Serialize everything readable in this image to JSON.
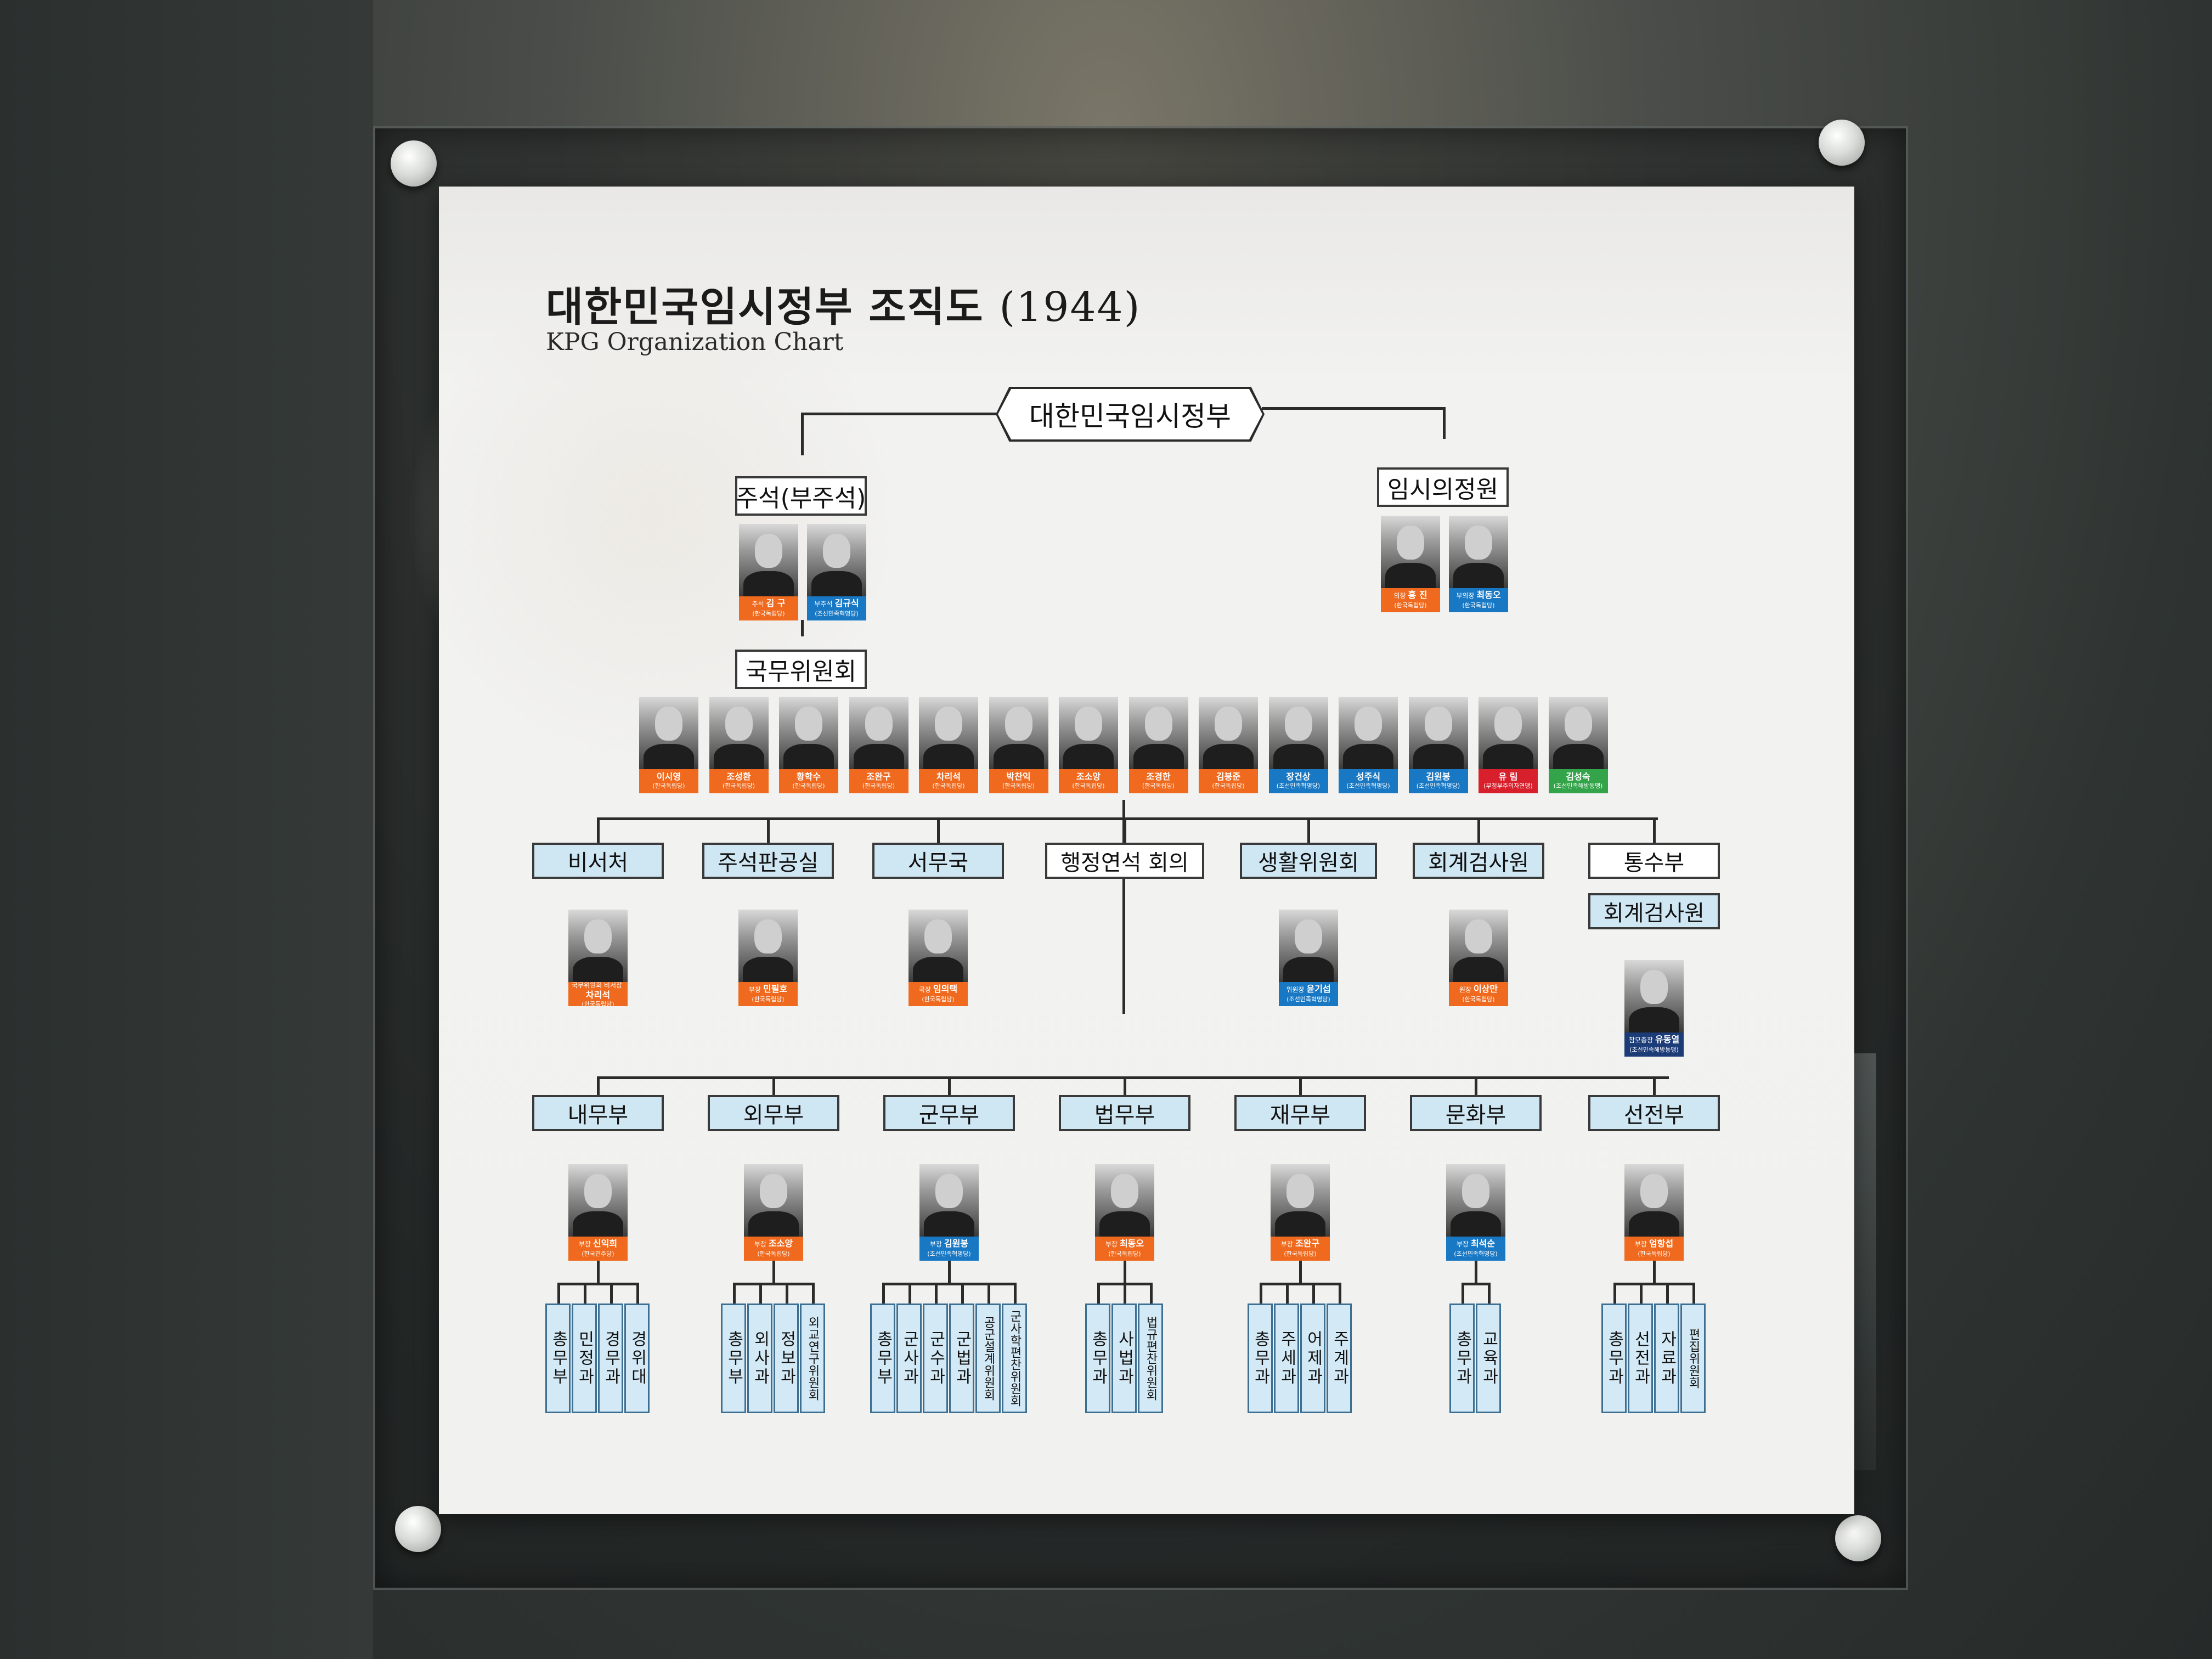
{
  "title_ko": "대한민국임시정부 조직도",
  "title_year": "(1944)",
  "title_en": "KPG Organization Chart",
  "root": "대한민국임시정부",
  "chairman_box": "주석(부주석)",
  "assembly_box": "임시의정원",
  "cabinet_box": "국무위원회",
  "chairman_people": [
    {
      "role": "주석",
      "name": "김 구",
      "party": "(한국독립당)",
      "color": "orange"
    },
    {
      "role": "부주석",
      "name": "김규식",
      "party": "(조선민족혁명당)",
      "color": "blue"
    }
  ],
  "assembly_people": [
    {
      "role": "의장",
      "name": "홍 진",
      "party": "(한국독립당)",
      "color": "orange"
    },
    {
      "role": "부의장",
      "name": "최동오",
      "party": "(한국독립당)",
      "color": "blue"
    }
  ],
  "cabinet_people": [
    {
      "name": "이시영",
      "party": "(한국독립당)",
      "color": "orange"
    },
    {
      "name": "조성환",
      "party": "(한국독립당)",
      "color": "orange"
    },
    {
      "name": "황학수",
      "party": "(한국독립당)",
      "color": "orange"
    },
    {
      "name": "조완구",
      "party": "(한국독립당)",
      "color": "orange"
    },
    {
      "name": "차리석",
      "party": "(한국독립당)",
      "color": "orange"
    },
    {
      "name": "박찬익",
      "party": "(한국독립당)",
      "color": "orange"
    },
    {
      "name": "조소앙",
      "party": "(한국독립당)",
      "color": "orange"
    },
    {
      "name": "조경한",
      "party": "(한국독립당)",
      "color": "orange"
    },
    {
      "name": "김붕준",
      "party": "(한국독립당)",
      "color": "orange"
    },
    {
      "name": "장건상",
      "party": "(조선민족혁명당)",
      "color": "blue"
    },
    {
      "name": "성주식",
      "party": "(조선민족혁명당)",
      "color": "blue"
    },
    {
      "name": "김원봉",
      "party": "(조선민족혁명당)",
      "color": "blue"
    },
    {
      "name": "유 림",
      "party": "(무정부주의자연맹)",
      "color": "red"
    },
    {
      "name": "김성숙",
      "party": "(조선민족해방동맹)",
      "color": "green"
    }
  ],
  "middle_units": [
    {
      "label": "비서처",
      "person": {
        "role": "국무위원회 비서장",
        "name": "차리석",
        "party": "(한국독립당)",
        "color": "orange"
      }
    },
    {
      "label": "주석판공실",
      "person": {
        "role": "부장",
        "name": "민필호",
        "party": "(한국독립당)",
        "color": "orange"
      }
    },
    {
      "label": "서무국",
      "person": {
        "role": "국장",
        "name": "임의택",
        "party": "(한국독립당)",
        "color": "orange"
      }
    },
    {
      "label": "행정연석 회의"
    },
    {
      "label": "생활위원회",
      "person": {
        "role": "위원장",
        "name": "윤기섭",
        "party": "(조선민족혁명당)",
        "color": "blue"
      }
    },
    {
      "label": "회계검사원",
      "person": {
        "role": "원장",
        "name": "이상만",
        "party": "(한국독립당)",
        "color": "orange"
      }
    },
    {
      "label": "통수부",
      "sub": "회계검사원",
      "person": {
        "role": "참모총장",
        "name": "유동열",
        "party": "(조선민족해방동맹)",
        "color": "navy"
      }
    }
  ],
  "ministries": [
    {
      "label": "내무부",
      "person": {
        "role": "부장",
        "name": "신익희",
        "party": "(한국민주당)",
        "color": "orange"
      },
      "sections": [
        "총무부",
        "민정과",
        "경무과",
        "경위대"
      ]
    },
    {
      "label": "외무부",
      "person": {
        "role": "부장",
        "name": "조소앙",
        "party": "(한국독립당)",
        "color": "orange"
      },
      "sections": [
        "총무부",
        "외사과",
        "정보과",
        "외교연구위원회"
      ]
    },
    {
      "label": "군무부",
      "person": {
        "role": "부장",
        "name": "김원봉",
        "party": "(조선민족혁명당)",
        "color": "blue"
      },
      "sections": [
        "총무부",
        "군사과",
        "군수과",
        "군법과",
        "공군설계위원회",
        "군사학편찬위원회"
      ]
    },
    {
      "label": "법무부",
      "person": {
        "role": "부장",
        "name": "최동오",
        "party": "(한국독립당)",
        "color": "orange"
      },
      "sections": [
        "총무과",
        "사법과",
        "법규편찬위원회"
      ]
    },
    {
      "label": "재무부",
      "person": {
        "role": "부장",
        "name": "조완구",
        "party": "(한국독립당)",
        "color": "orange"
      },
      "sections": [
        "총무과",
        "주세과",
        "어제과",
        "주계과"
      ]
    },
    {
      "label": "문화부",
      "person": {
        "role": "부장",
        "name": "최석순",
        "party": "(조선민족혁명당)",
        "color": "blue"
      },
      "sections": [
        "총무과",
        "교육과"
      ]
    },
    {
      "label": "선전부",
      "person": {
        "role": "부장",
        "name": "엄항섭",
        "party": "(한국독립당)",
        "color": "orange"
      },
      "sections": [
        "총무과",
        "선전과",
        "자료과",
        "편집위원회"
      ]
    }
  ]
}
